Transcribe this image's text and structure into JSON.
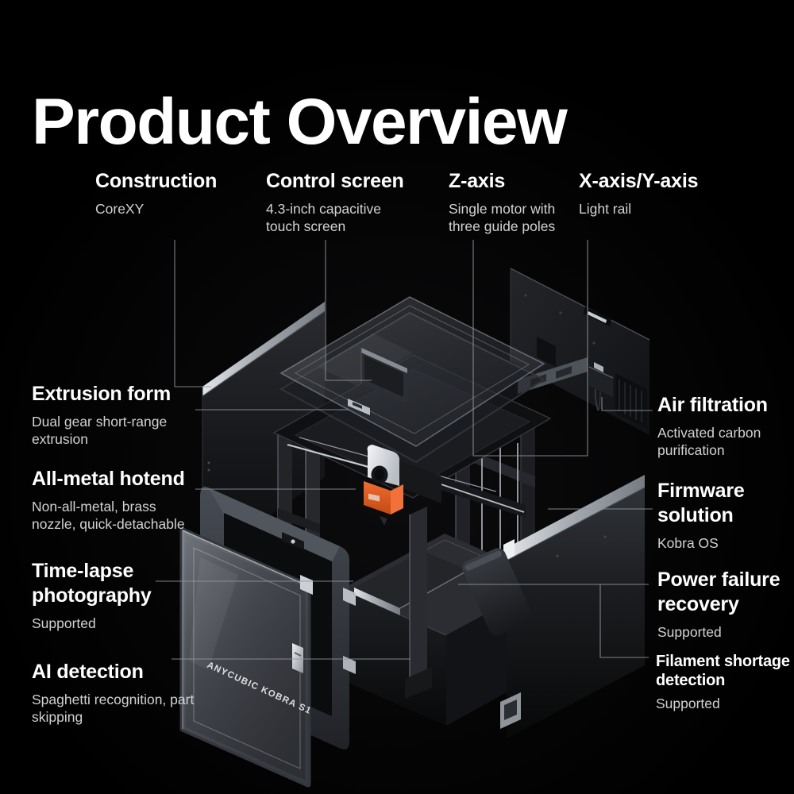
{
  "page": {
    "title": "Product Overview"
  },
  "features": {
    "top": [
      {
        "title": "Construction",
        "description": "CoreXY"
      },
      {
        "title": "Control screen",
        "description": "4.3-inch capacitive touch screen"
      },
      {
        "title": "Z-axis",
        "description": "Single motor with three guide poles"
      },
      {
        "title": "X-axis/Y-axis",
        "description": "Light rail"
      }
    ],
    "left": [
      {
        "title": "Extrusion form",
        "description": "Dual gear short-range extrusion"
      },
      {
        "title": "All-metal hotend",
        "description": "Non-all-metal, brass nozzle, quick-detachable"
      },
      {
        "title": "Time-lapse photography",
        "description": "Supported"
      },
      {
        "title": "AI detection",
        "description": "Spaghetti recognition, part skipping"
      }
    ],
    "right": [
      {
        "title": "Air filtration",
        "description": "Activated carbon purification"
      },
      {
        "title": "Firmware solution",
        "description": "Kobra OS"
      },
      {
        "title": "Power failure recovery",
        "description": "Supported"
      },
      {
        "title": "Filament shortage detection",
        "description": "Supported"
      }
    ]
  },
  "printer": {
    "door_text": "ANYCUBIC KOBRA S1",
    "accent_color": "#e8622a",
    "leader_line_color": "#93979d"
  }
}
